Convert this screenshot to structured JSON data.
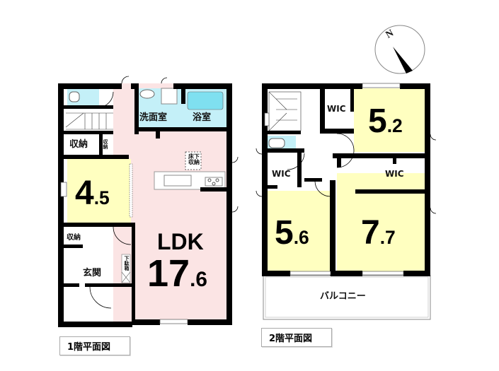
{
  "compass": {
    "label": "N",
    "icon": "compass-north-arrow-icon"
  },
  "floor1": {
    "caption": "1階平面図",
    "rooms": {
      "ldk_label": "LDK",
      "ldk_size_int": "17",
      "ldk_size_dec": ".6",
      "western_int": "4",
      "western_dec": ".5",
      "washroom": "洗面室",
      "bathroom": "浴室",
      "storage1": "収納",
      "storage_small": "収納",
      "storage2": "収納",
      "entrance": "玄関",
      "underfloor_line1": "床下",
      "underfloor_line2": "収納",
      "shoe_box": "下駄箱"
    }
  },
  "floor2": {
    "caption": "2階平面図",
    "rooms": {
      "room_a_int": "5",
      "room_a_dec": ".2",
      "room_b_int": "5",
      "room_b_dec": ".6",
      "room_c_int": "7",
      "room_c_dec": ".7",
      "wic1": "WIC",
      "wic2": "WIC",
      "wic3": "WIC",
      "balcony": "バルコニー"
    }
  },
  "colors": {
    "ldk": "#fbe4e4",
    "room": "#ffffc0",
    "wet": "#c4f0f8",
    "wall": "#000000"
  }
}
